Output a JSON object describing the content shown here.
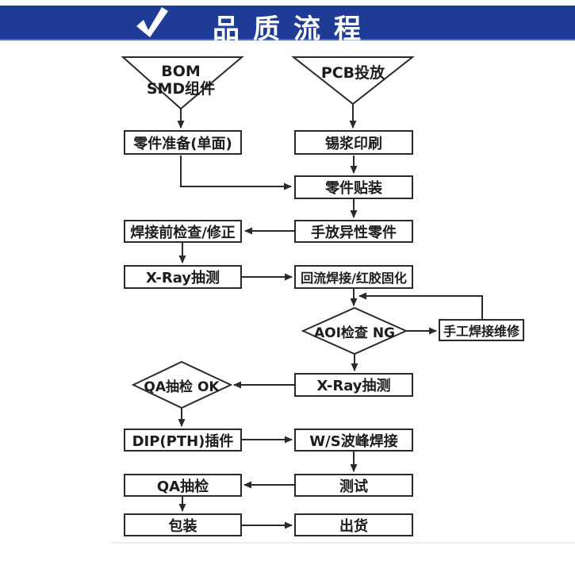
{
  "header": {
    "title": "品质流程",
    "bar_color": "#1e3c96",
    "accent_color": "#4d6cb8",
    "check_icon": "check-icon",
    "text_color": "#ffffff"
  },
  "flow": {
    "line_color": "#2a2a2a",
    "bom_triangle": {
      "line1": "BOM",
      "line2": "SMD组件"
    },
    "pcb_triangle": {
      "label": "PCB投放"
    },
    "nodes": {
      "prep": "零件准备(单面)",
      "solder_print": "锡浆印刷",
      "placement": "零件贴装",
      "pre_check": "焊接前检查/修正",
      "manual_place": "手放异性零件",
      "xray1": "X-Ray抽测",
      "reflow": "回流焊接/红胶固化",
      "aoi_check": "AOI检查 NG",
      "manual_repair": "手工焊接维修",
      "xray2": "X-Ray抽测",
      "qa_check": "QA抽检 OK",
      "dip": "DIP(PTH)插件",
      "wave_solder": "W/S波峰焊接",
      "qa_sample": "QA抽检",
      "test": "测试",
      "pack": "包装",
      "ship": "出货"
    }
  }
}
